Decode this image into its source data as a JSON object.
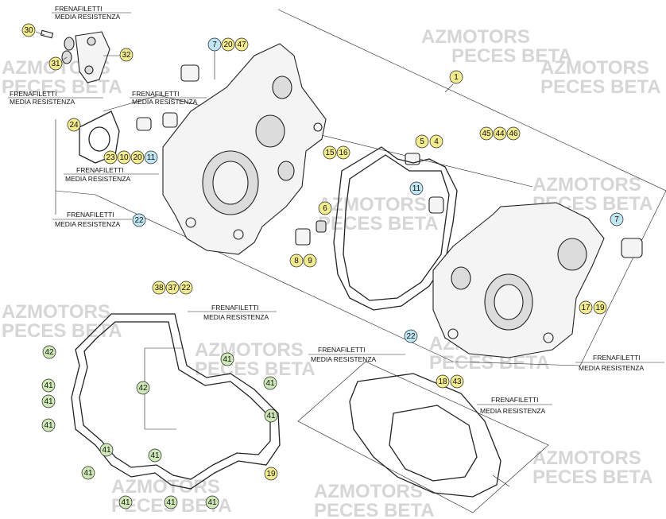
{
  "watermark": {
    "line1": "AZMOTORS",
    "line2": "PECES BETA"
  },
  "annotations": [
    {
      "key": "a1",
      "line1": "FRENAFILETTI",
      "line2": "MEDIA RESISTENZA"
    },
    {
      "key": "a2",
      "line1": "FRENAFILETTI",
      "line2": "MEDIA RESISTENZA"
    },
    {
      "key": "a3",
      "line1": "FRENAFILETTI",
      "line2": "MEDIA RESISTENZA"
    },
    {
      "key": "a4",
      "line1": "FRENAFILETTI",
      "line2": "MEDIA RESISTENZA"
    },
    {
      "key": "a5",
      "line1": "FRENAFILETTI",
      "line2": "MEDIA RESISTENZA"
    },
    {
      "key": "a6",
      "line1": "FRENAFILETTI",
      "line2": "MEDIA RESISTENZA"
    },
    {
      "key": "a7",
      "line1": "FRENAFILETTI",
      "line2": "MEDIA RESISTENZA"
    },
    {
      "key": "a8",
      "line1": "FRENAFILETTI",
      "line2": "MEDIA RESISTENZA"
    },
    {
      "key": "a9",
      "line1": "FRENAFILETTI",
      "line2": "MEDIA RESISTENZA"
    }
  ],
  "callouts": [
    {
      "label": "30",
      "style": "yellow"
    },
    {
      "label": "31",
      "style": "yellow"
    },
    {
      "label": "32",
      "style": "yellow"
    },
    {
      "label": "7",
      "style": "blue"
    },
    {
      "label": "20",
      "style": "yellow"
    },
    {
      "label": "47",
      "style": "yellow"
    },
    {
      "label": "1",
      "style": "yellow"
    },
    {
      "label": "24",
      "style": "yellow"
    },
    {
      "label": "23",
      "style": "yellow"
    },
    {
      "label": "10",
      "style": "yellow"
    },
    {
      "label": "20",
      "style": "yellow"
    },
    {
      "label": "11",
      "style": "blue"
    },
    {
      "label": "15",
      "style": "yellow"
    },
    {
      "label": "16",
      "style": "yellow"
    },
    {
      "label": "5",
      "style": "yellow"
    },
    {
      "label": "4",
      "style": "yellow"
    },
    {
      "label": "45",
      "style": "yellow"
    },
    {
      "label": "44",
      "style": "yellow"
    },
    {
      "label": "46",
      "style": "yellow"
    },
    {
      "label": "11",
      "style": "blue"
    },
    {
      "label": "22",
      "style": "blue"
    },
    {
      "label": "6",
      "style": "yellow"
    },
    {
      "label": "7",
      "style": "blue"
    },
    {
      "label": "8",
      "style": "yellow"
    },
    {
      "label": "9",
      "style": "yellow"
    },
    {
      "label": "38",
      "style": "yellow"
    },
    {
      "label": "37",
      "style": "yellow"
    },
    {
      "label": "22",
      "style": "yellow"
    },
    {
      "label": "17",
      "style": "yellow"
    },
    {
      "label": "19",
      "style": "yellow"
    },
    {
      "label": "22",
      "style": "blue"
    },
    {
      "label": "42",
      "style": "green"
    },
    {
      "label": "42",
      "style": "green"
    },
    {
      "label": "41",
      "style": "green"
    },
    {
      "label": "41",
      "style": "green"
    },
    {
      "label": "41",
      "style": "green"
    },
    {
      "label": "41",
      "style": "green"
    },
    {
      "label": "41",
      "style": "green"
    },
    {
      "label": "41",
      "style": "green"
    },
    {
      "label": "41",
      "style": "green"
    },
    {
      "label": "41",
      "style": "green"
    },
    {
      "label": "41",
      "style": "green"
    },
    {
      "label": "41",
      "style": "green"
    },
    {
      "label": "41",
      "style": "green"
    },
    {
      "label": "41",
      "style": "green"
    },
    {
      "label": "19",
      "style": "yellow"
    },
    {
      "label": "18",
      "style": "yellow"
    },
    {
      "label": "43",
      "style": "yellow"
    }
  ],
  "colors": {
    "yellow": "#f3eb8f",
    "blue": "#bfe6f2",
    "green": "#cfe8b8",
    "outline": "#222222"
  }
}
